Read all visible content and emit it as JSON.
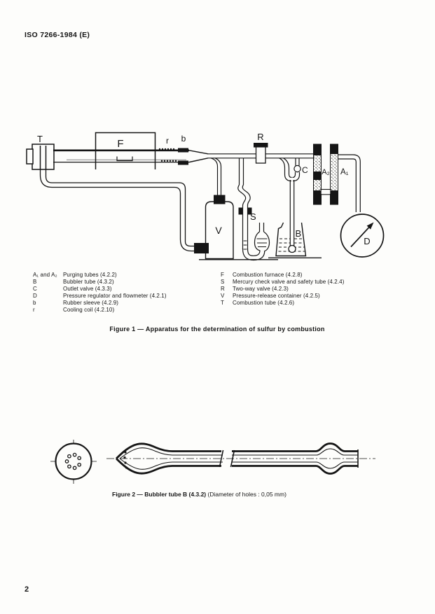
{
  "page": {
    "header": "ISO 7266-1984 (E)",
    "page_number": "2"
  },
  "figure1": {
    "caption": "Figure 1 — Apparatus for the determination of sulfur by combustion",
    "part_labels": {
      "T": "T",
      "F": "F",
      "r": "r",
      "b": "b",
      "R": "R",
      "C": "C",
      "A2": "A₂",
      "A1": "A₁",
      "S": "S",
      "V": "V",
      "B": "B",
      "D": "D"
    },
    "legend_left": [
      {
        "key": "A₁ and A₂",
        "desc": "Purging tubes (4.2.2)"
      },
      {
        "key": "B",
        "desc": "Bubbler tube (4.3.2)"
      },
      {
        "key": "C",
        "desc": "Outlet valve (4.3.3)"
      },
      {
        "key": "D",
        "desc": "Pressure regulator and flowmeter (4.2.1)"
      },
      {
        "key": "b",
        "desc": "Rubber sleeve (4.2.9)"
      },
      {
        "key": "r",
        "desc": "Cooling coil (4.2.10)"
      }
    ],
    "legend_right": [
      {
        "key": "F",
        "desc": "Combustion furnace (4.2.8)"
      },
      {
        "key": "S",
        "desc": "Mercury check valve and safety tube (4.2.4)"
      },
      {
        "key": "R",
        "desc": "Two-way valve (4.2.3)"
      },
      {
        "key": "V",
        "desc": "Pressure-release container (4.2.5)"
      },
      {
        "key": "T",
        "desc": "Combustion tube (4.2.6)"
      }
    ]
  },
  "figure2": {
    "caption_bold": "Figure 2 — Bubbler tube B (4.3.2)",
    "caption_detail": " (Diameter of holes : 0,05 mm)"
  }
}
